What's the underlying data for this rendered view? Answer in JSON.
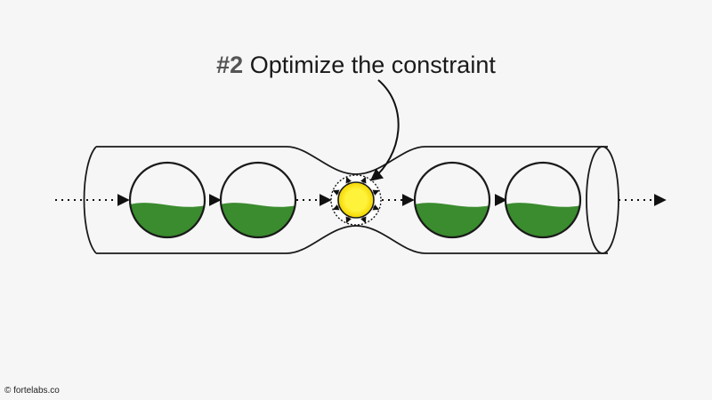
{
  "title": {
    "number": "#2",
    "text": "Optimize the constraint"
  },
  "credit": "© fortelabs.co",
  "colors": {
    "background": "#f6f6f6",
    "outline": "#1a1a1a",
    "fluid": "#3a8c2e",
    "constraint_fill": "#fff23a",
    "arrow": "#111111"
  },
  "diagram": {
    "stages": [
      {
        "kind": "buffer",
        "fill_level": 0.45
      },
      {
        "kind": "buffer",
        "fill_level": 0.45
      },
      {
        "kind": "constraint"
      },
      {
        "kind": "buffer",
        "fill_level": 0.45
      },
      {
        "kind": "buffer",
        "fill_level": 0.45
      }
    ]
  }
}
